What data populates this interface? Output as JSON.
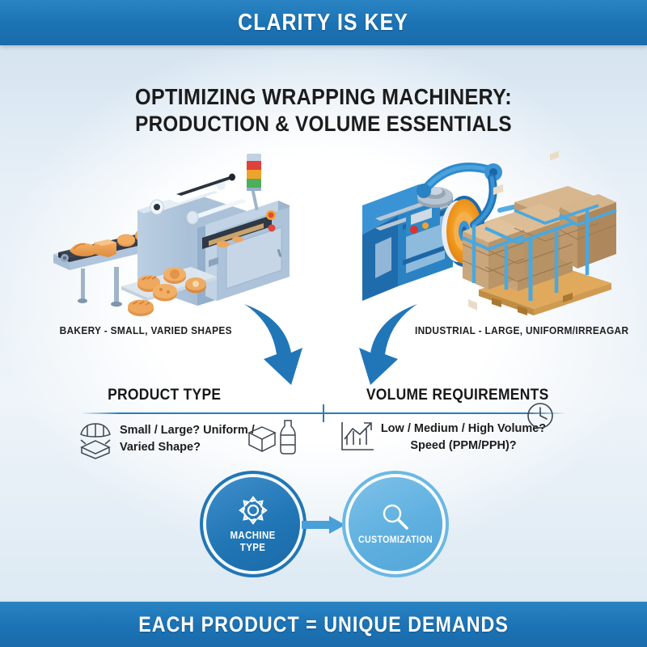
{
  "top_banner": {
    "text": "CLARITY IS KEY"
  },
  "title": {
    "line1": "OPTIMIZING WRAPPING MACHINERY:",
    "line2": "PRODUCTION & VOLUME ESSENTIALS"
  },
  "illustrations": {
    "bakery": {
      "name": "bakery-wrapping-machine",
      "caption": "BAKERY - SMALL, VARIED SHAPES"
    },
    "industrial": {
      "name": "industrial-pallet-wrapper",
      "caption": "INDUSTRIAL - LARGE, UNIFORM/IRREAGAR"
    }
  },
  "criteria": {
    "left": {
      "heading": "PRODUCT TYPE",
      "line1": "Small / Large? Uniform /",
      "line2": "Varied Shape?",
      "icons": [
        "croissant-icon",
        "open-box-icon",
        "cube-icon",
        "bottle-icon"
      ]
    },
    "right": {
      "heading": "VOLUME REQUIREMENTS",
      "line1": "Low / Medium / High Volume?",
      "line2": "Speed (PPM/PPH)?",
      "icons": [
        "growth-chart-icon",
        "clock-icon"
      ]
    }
  },
  "flow": {
    "machine": {
      "label_line1": "MACHINE",
      "label_line2": "TYPE",
      "icon": "gear-icon"
    },
    "customization": {
      "label": "CUSTOMIZATION",
      "icon": "magnifier-icon"
    },
    "arrow": "right-arrow-icon"
  },
  "bottom_banner": {
    "text": "EACH PRODUCT = UNIQUE DEMANDS"
  },
  "colors": {
    "banner_blue": "#1b72b4",
    "accent_blue": "#2b7cba",
    "circle_dark": "#2176b5",
    "circle_light": "#5fb0e0",
    "title_dark": "#1c1c1c",
    "page_bg": "#e8f0f7"
  }
}
